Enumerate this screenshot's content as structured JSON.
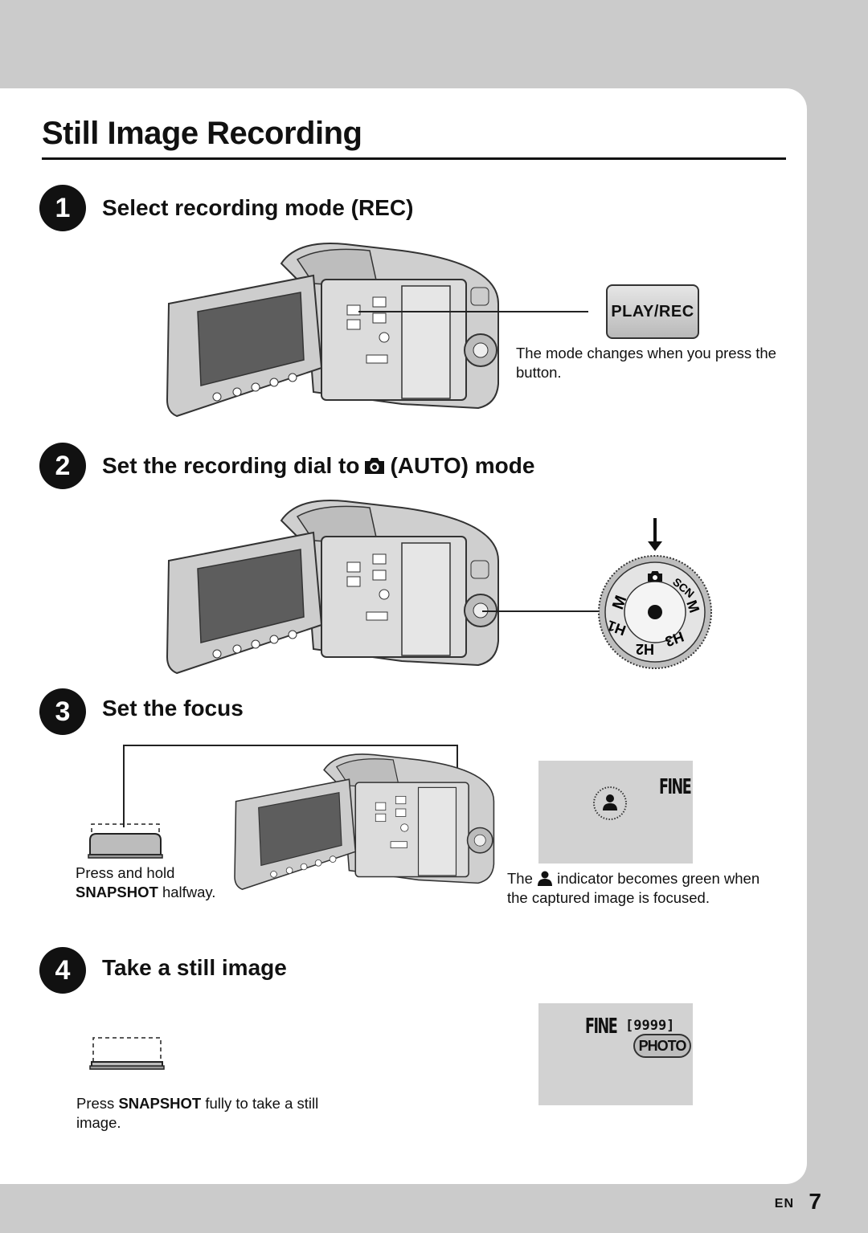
{
  "page": {
    "title": "Still Image Recording",
    "footer_lang": "EN",
    "footer_page": "7"
  },
  "steps": [
    {
      "number": "1",
      "title": "Select recording mode (REC)"
    },
    {
      "number": "2",
      "title_before": "Set the recording dial to",
      "title_icon": "camera-icon",
      "title_after": "(AUTO) mode"
    },
    {
      "number": "3",
      "title": "Set the focus"
    },
    {
      "number": "4",
      "title": "Take a still image"
    }
  ],
  "step1": {
    "button_label": "PLAY/REC",
    "caption": "The mode changes when you press the button."
  },
  "step2": {
    "dial_labels": [
      "M",
      "SCN",
      "M",
      "H1",
      "H2",
      "H3"
    ]
  },
  "step3": {
    "caption_left_1": "Press and hold",
    "caption_left_bold": "SNAPSHOT",
    "caption_left_2": "halfway.",
    "lcd_quality": "FINE",
    "caption_right_1": "The",
    "caption_right_icon": "focus-person-icon",
    "caption_right_2": "indicator becomes green when the captured image is focused."
  },
  "step4": {
    "caption_1": "Press",
    "caption_bold": "SNAPSHOT",
    "caption_2": "fully to take a still image.",
    "lcd_quality": "FINE",
    "lcd_count": "[9999]",
    "lcd_badge": "PHOTO"
  },
  "colors": {
    "background": "#cbcbcb",
    "card": "#ffffff",
    "lcd": "#d2d2d2"
  }
}
